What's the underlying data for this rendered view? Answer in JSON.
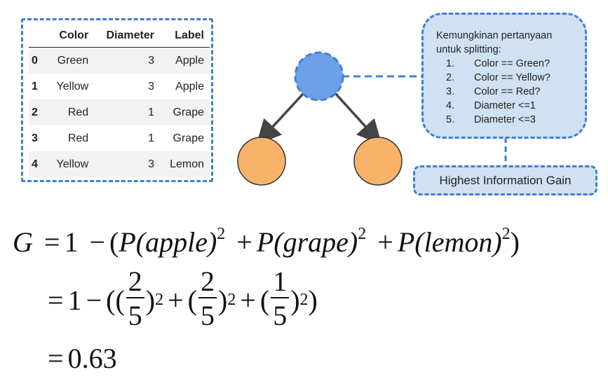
{
  "table": {
    "columns": [
      "",
      "Color",
      "Diameter",
      "Label"
    ],
    "rows": [
      {
        "index": "0",
        "color": "Green",
        "diameter": "3",
        "label": "Apple"
      },
      {
        "index": "1",
        "color": "Yellow",
        "diameter": "3",
        "label": "Apple"
      },
      {
        "index": "2",
        "color": "Red",
        "diameter": "1",
        "label": "Grape"
      },
      {
        "index": "3",
        "color": "Red",
        "diameter": "1",
        "label": "Grape"
      },
      {
        "index": "4",
        "color": "Yellow",
        "diameter": "3",
        "label": "Lemon"
      }
    ]
  },
  "tree": {
    "root_color": "#6ea0ea",
    "leaf_color": "#f8b26a",
    "edge_color": "#444444",
    "connector_color": "#3f7fd4"
  },
  "questions": {
    "title": "Kemungkinan pertanyaan\nuntuk splitting:",
    "items": [
      {
        "num": "1.",
        "text": "Color == Green?"
      },
      {
        "num": "2.",
        "text": "Color == Yellow?"
      },
      {
        "num": "3.",
        "text": "Color == Red?"
      },
      {
        "num": "4.",
        "text": "Diameter <=1"
      },
      {
        "num": "5.",
        "text": "Diameter <=3"
      }
    ]
  },
  "gain_box": {
    "label": "Highest Information Gain"
  },
  "formula": {
    "line1": {
      "lhs": "G",
      "eq": "=",
      "one": "1",
      "minus": "−",
      "open": "(",
      "p1": "P(apple)",
      "p2": "P(grape)",
      "p3": "P(lemon)",
      "exp": "2",
      "plus": "+",
      "close": ")"
    },
    "line2": {
      "eq": "=",
      "one": "1",
      "minus": "−",
      "open": "(",
      "plus": "+",
      "close": ")",
      "exp": "2",
      "fractions": [
        {
          "num": "2",
          "den": "5"
        },
        {
          "num": "2",
          "den": "5"
        },
        {
          "num": "1",
          "den": "5"
        }
      ]
    },
    "line3": {
      "eq": "=",
      "value": "0.63"
    }
  }
}
